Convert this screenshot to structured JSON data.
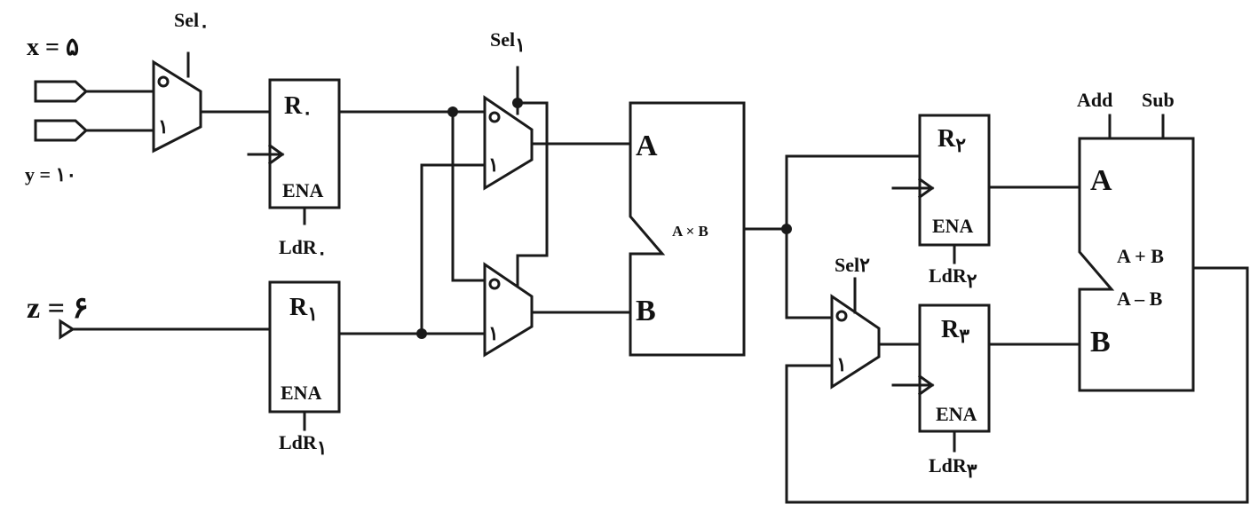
{
  "inputs": {
    "x": "x = ۵",
    "y": "y = ۱۰",
    "z": "z = ۶"
  },
  "selects": {
    "sel0": "Sel",
    "sel0_sub": "۰",
    "sel1": "Sel",
    "sel1_sub": "۱",
    "sel2": "Sel۲"
  },
  "mux_labels": {
    "zero": "۰",
    "one": "۱"
  },
  "registers": {
    "r0": {
      "name": "R",
      "sub": "۰",
      "ena": "ENA",
      "load": "LdR",
      "load_sub": "۰"
    },
    "r1": {
      "name": "R",
      "sub": "۱",
      "ena": "ENA",
      "load": "LdR",
      "load_sub": "۱"
    },
    "r2": {
      "name": "R",
      "sub": "۲",
      "ena": "ENA",
      "load": "LdR",
      "load_sub": "۲"
    },
    "r3": {
      "name": "R",
      "sub": "۳",
      "ena": "ENA",
      "load": "LdR",
      "load_sub": "۳"
    }
  },
  "multiplier": {
    "a": "A",
    "b": "B",
    "op": "A × B"
  },
  "alu": {
    "a": "A",
    "b": "B",
    "op_add": "A + B",
    "op_sub": "A – B",
    "ctrl_add": "Add",
    "ctrl_sub": "Sub"
  }
}
